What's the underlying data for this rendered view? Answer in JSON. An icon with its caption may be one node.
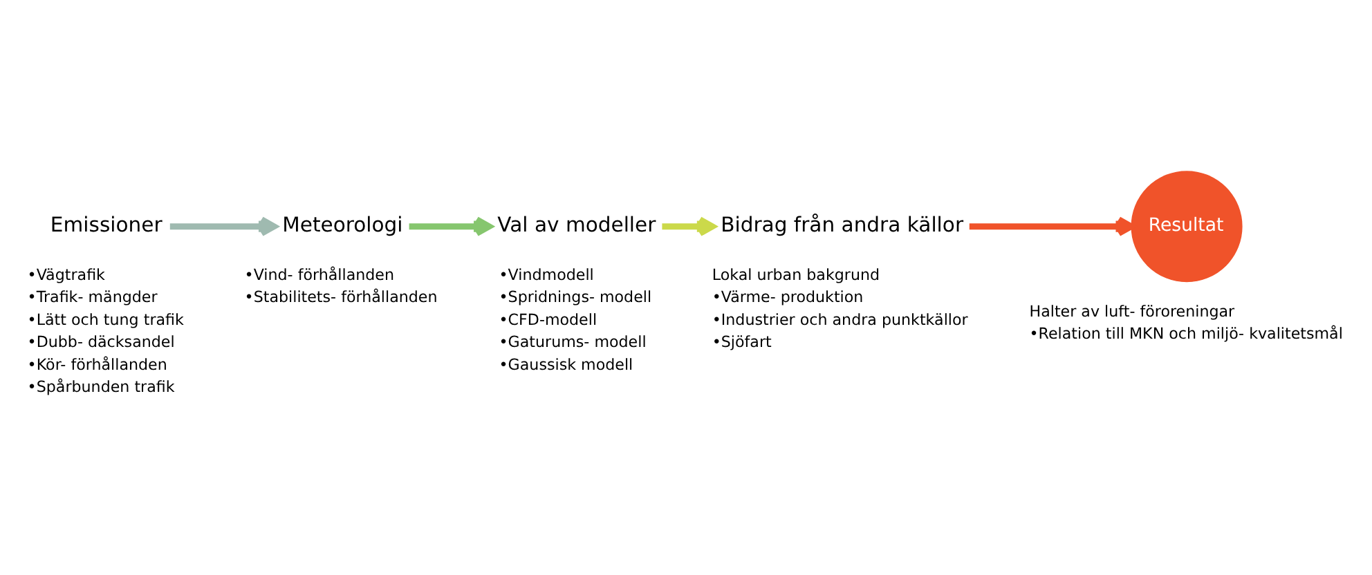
{
  "diagram": {
    "nodes": [
      {
        "text": [
          "Emissioner"
        ],
        "beside": [
          "•Vägtrafik",
          "•Trafik- mängder",
          "•Lätt och tung trafik",
          "•Dubb- däcksandel",
          "•Kör- förhållanden",
          "•Spårbunden trafik"
        ]
      },
      {
        "text": [
          "Meteorologi"
        ],
        "beside": [
          "•Vind- förhållanden",
          "•Stabilitets- förhållanden"
        ]
      },
      {
        "text": [
          "Val av modeller"
        ],
        "beside": [
          "•Vindmodell",
          "•Spridnings- modell",
          "•CFD-modell",
          "•Gaturums- modell",
          "•Gaussisk modell"
        ]
      },
      {
        "text": [
          "Bidrag från andra källor"
        ],
        "beside": [
          "Lokal urban bakgrund",
          "•Värme- produktion",
          "•Industrier och andra punktkällor",
          "•Sjöfart"
        ]
      },
      {
        "text": [
          "Resultat"
        ],
        "beside": [
          "Halter av luft- föroreningar",
          "•Relation till MKN och miljö- kvalitetsmål"
        ]
      }
    ],
    "edges": [
      {
        "from": 0,
        "to": 1,
        "arrow": "to",
        "color": "#9fbab0"
      },
      {
        "from": 1,
        "to": 2,
        "arrow": "to",
        "color": "#86c66e"
      },
      {
        "from": 2,
        "to": 3,
        "arrow": "to",
        "color": "#cbd94a"
      },
      {
        "from": 3,
        "to": 4,
        "arrow": "to",
        "color": "#f0532a"
      }
    ]
  }
}
